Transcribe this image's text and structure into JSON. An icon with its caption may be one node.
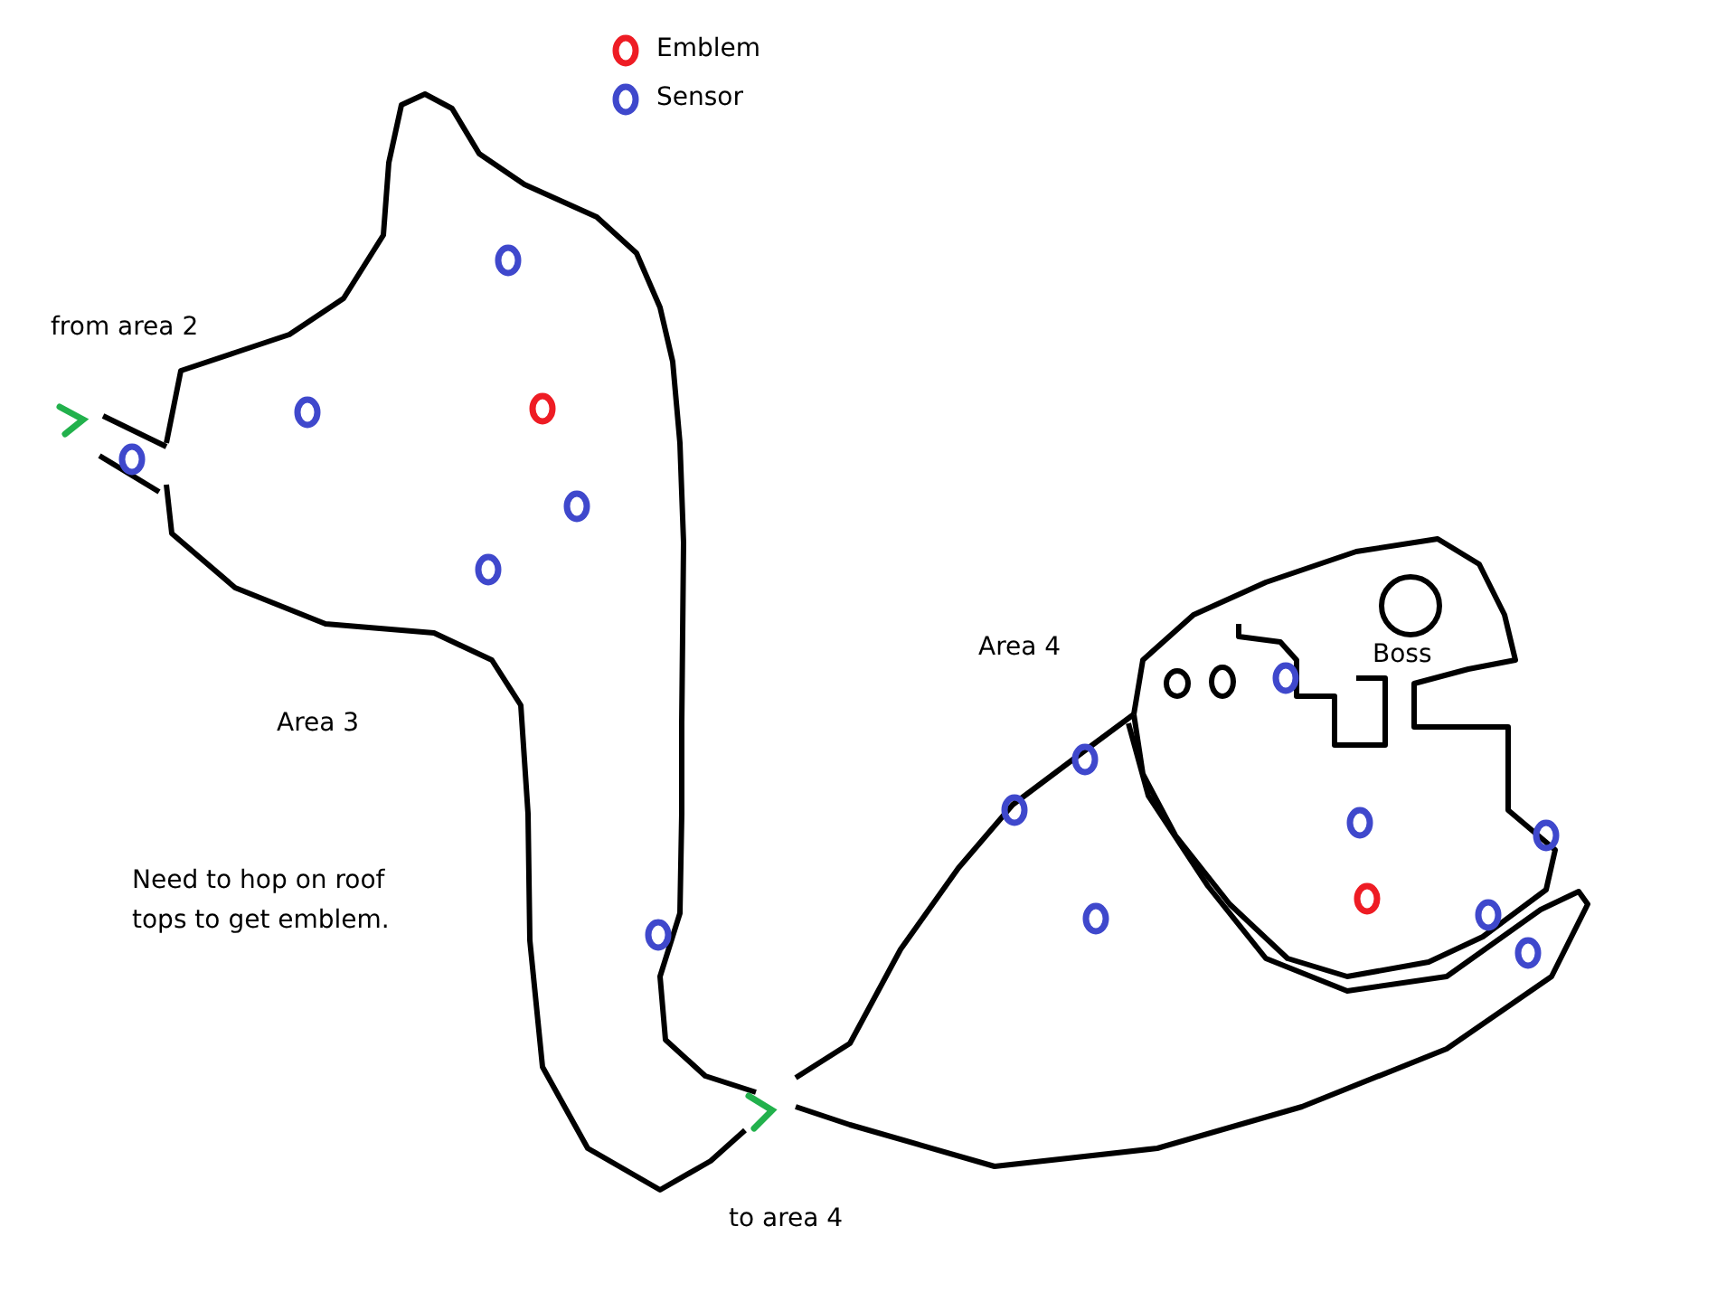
{
  "diagram": {
    "labels": [
      "from area 2",
      "Area 3",
      "Need to hop on roof tops to get emblem.",
      "Area 4",
      "Boss",
      "to area 4"
    ],
    "legend": [
      {
        "text": "Emblem",
        "color": "#ee1c24"
      },
      {
        "text": "Sensor",
        "color": "#3f48cc"
      }
    ]
  }
}
